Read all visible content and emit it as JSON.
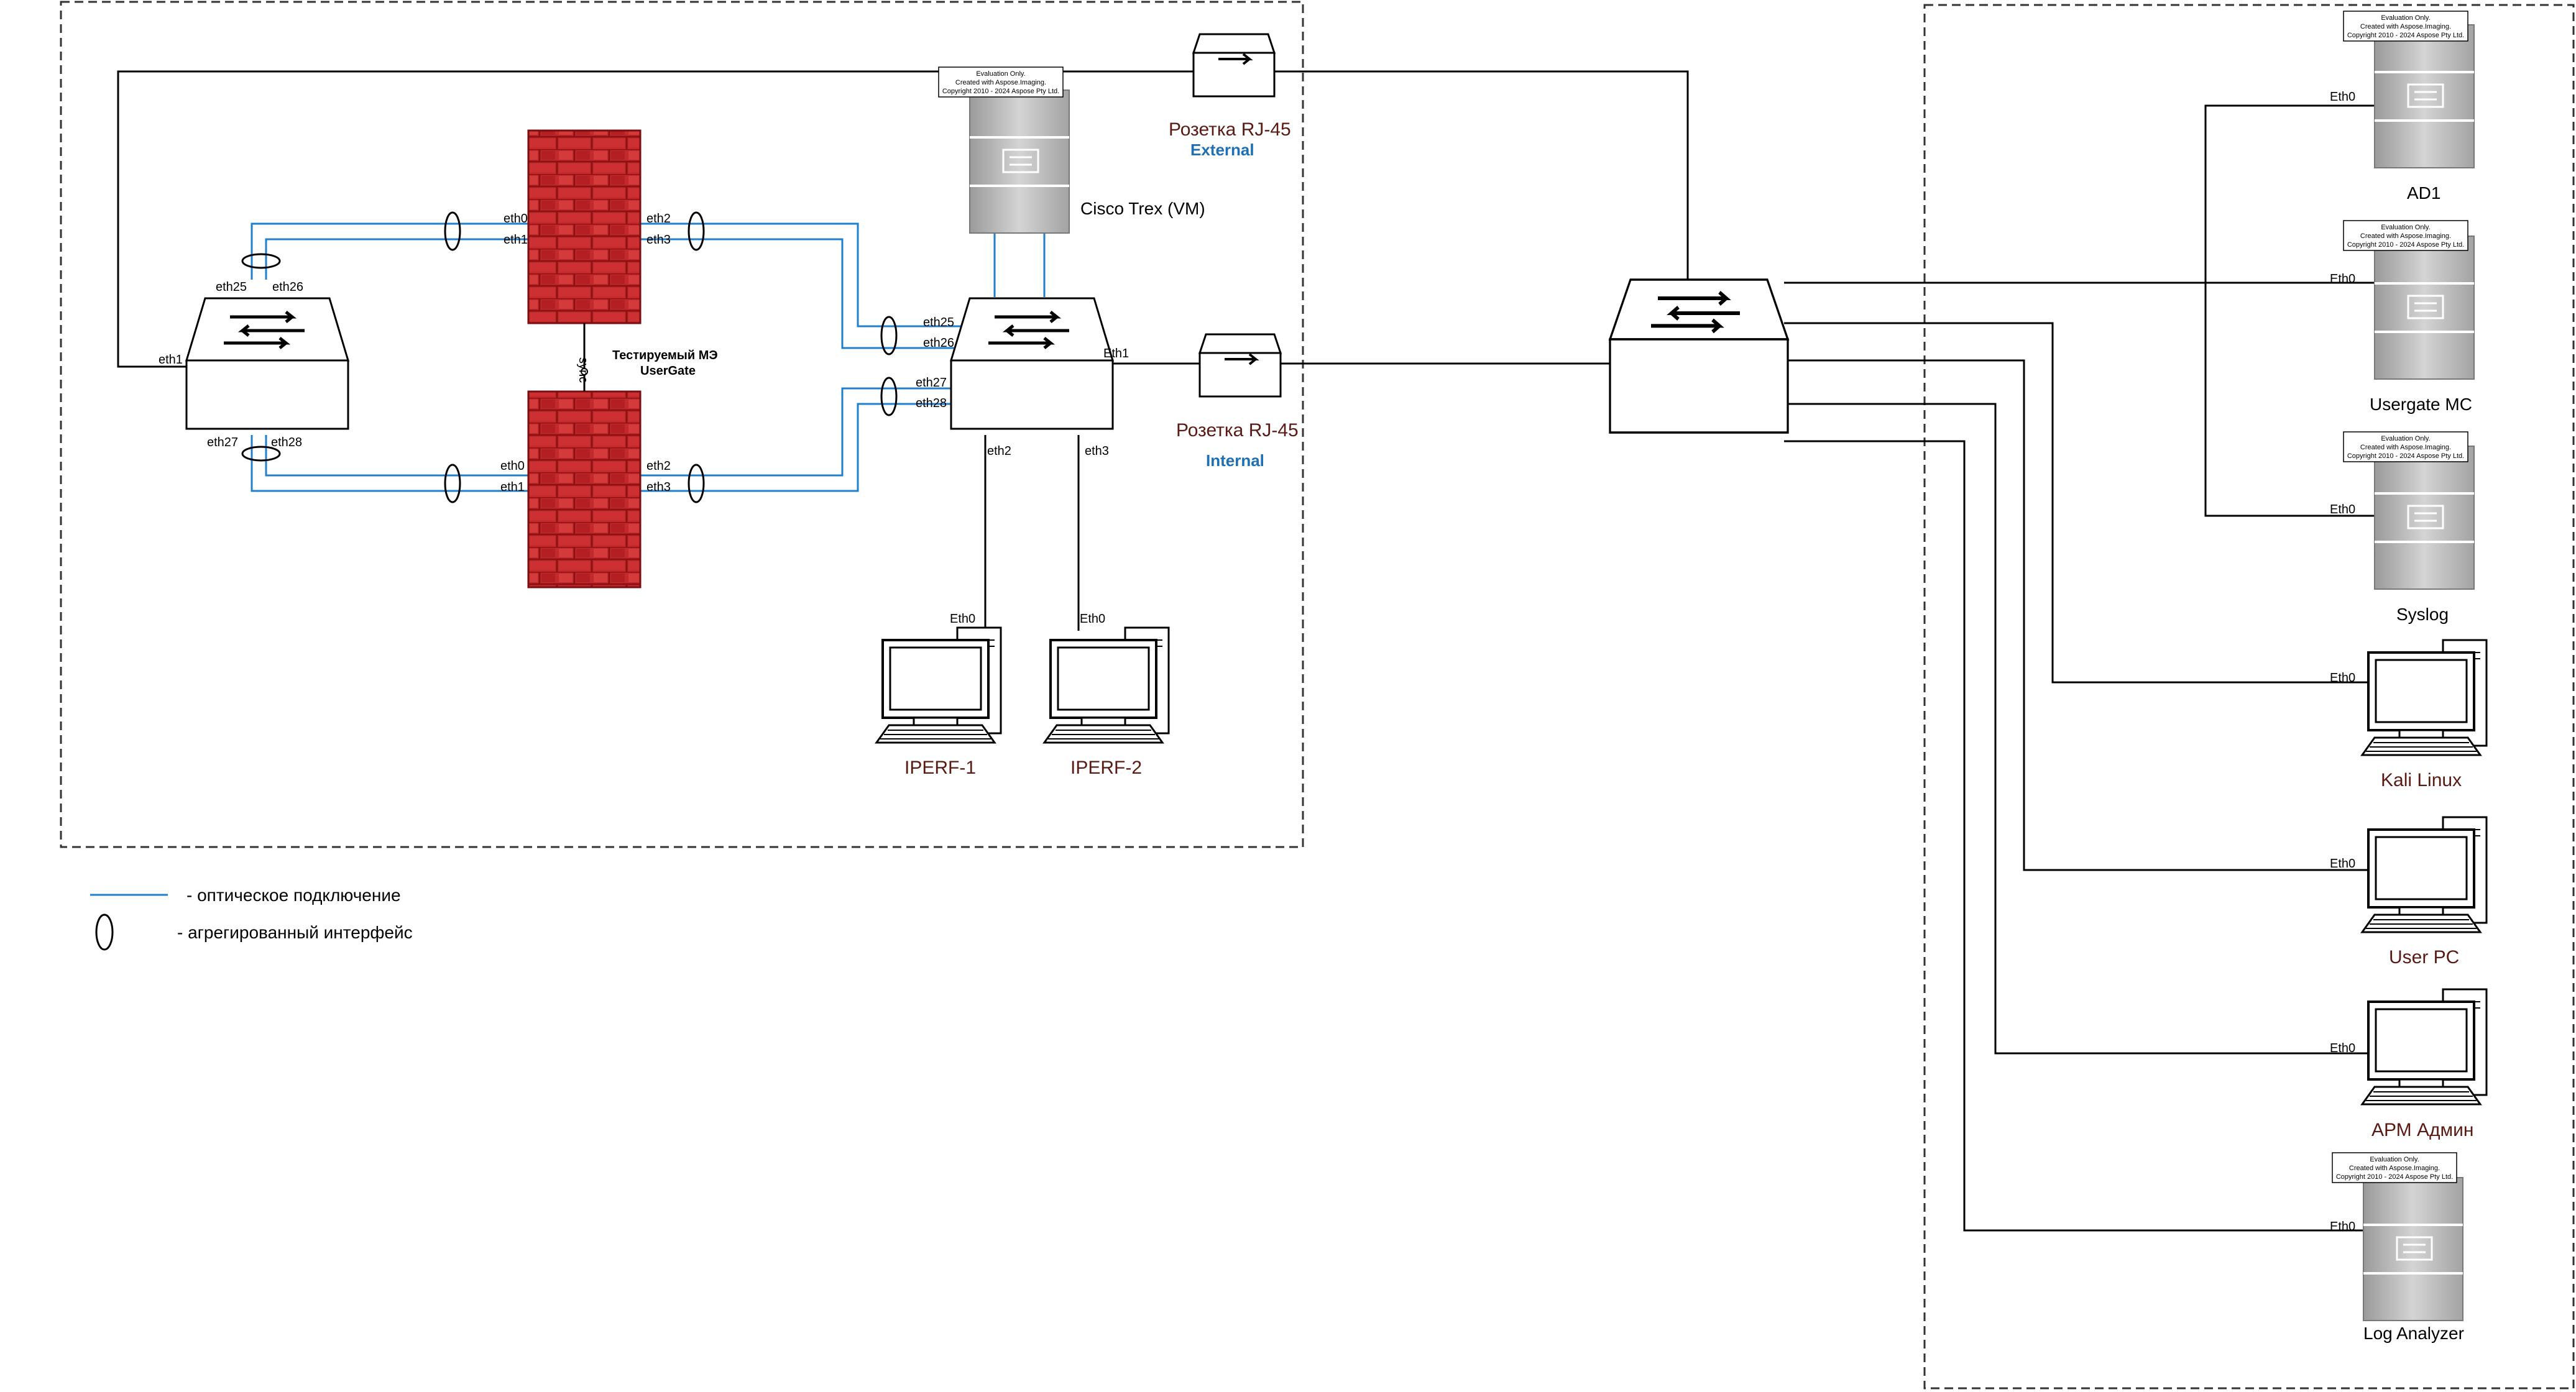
{
  "legend": {
    "optical": "- оптическое подключение",
    "aggregated": "- агрегированный интерфейс"
  },
  "firewall": {
    "title": "Тестируемый МЭ",
    "subtitle": "UserGate",
    "sync": "sync",
    "ports": {
      "eth0": "eth0",
      "eth1": "eth1",
      "eth2": "eth2",
      "eth3": "eth3"
    }
  },
  "left_switch": {
    "ports": {
      "eth1": "eth1",
      "eth25": "eth25",
      "eth26": "eth26",
      "eth27": "eth27",
      "eth28": "eth28"
    }
  },
  "center_switch": {
    "ports": {
      "eth25": "eth25",
      "eth26": "eth26",
      "eth27": "eth27",
      "eth28": "eth28",
      "eth1": "Eth1",
      "eth2": "eth2",
      "eth3": "eth3"
    }
  },
  "trex": {
    "label": "Cisco Trex (VM)"
  },
  "socket_external": {
    "label": "Розетка RJ-45",
    "tag": "External"
  },
  "socket_internal": {
    "label": "Розетка RJ-45",
    "tag": "Internal"
  },
  "iperf1": {
    "label": "IPERF-1",
    "port": "Eth0"
  },
  "iperf2": {
    "label": "IPERF-2",
    "port": "Eth0"
  },
  "right_nodes": {
    "ad1": {
      "label": "AD1",
      "port": "Eth0"
    },
    "usergate_mc": {
      "label": "Usergate MC",
      "port": "Eth0"
    },
    "syslog": {
      "label": "Syslog",
      "port": "Eth0"
    },
    "kali": {
      "label": "Kali Linux",
      "port": "Eth0"
    },
    "userpc": {
      "label": "User PC",
      "port": "Eth0"
    },
    "arm": {
      "label": "АРМ Админ",
      "port": "Eth0"
    },
    "log": {
      "label": "Log Analyzer",
      "port": "Eth0"
    }
  },
  "watermark": {
    "line1": "Evaluation Only.",
    "line2": "Created with Aspose.Imaging.",
    "line3": "Copyright 2010 - 2024 Aspose Pty Ltd."
  },
  "colors": {
    "optical": "#1f7fc8",
    "brick": "#c0282a",
    "accent": "#1f6fb3"
  }
}
